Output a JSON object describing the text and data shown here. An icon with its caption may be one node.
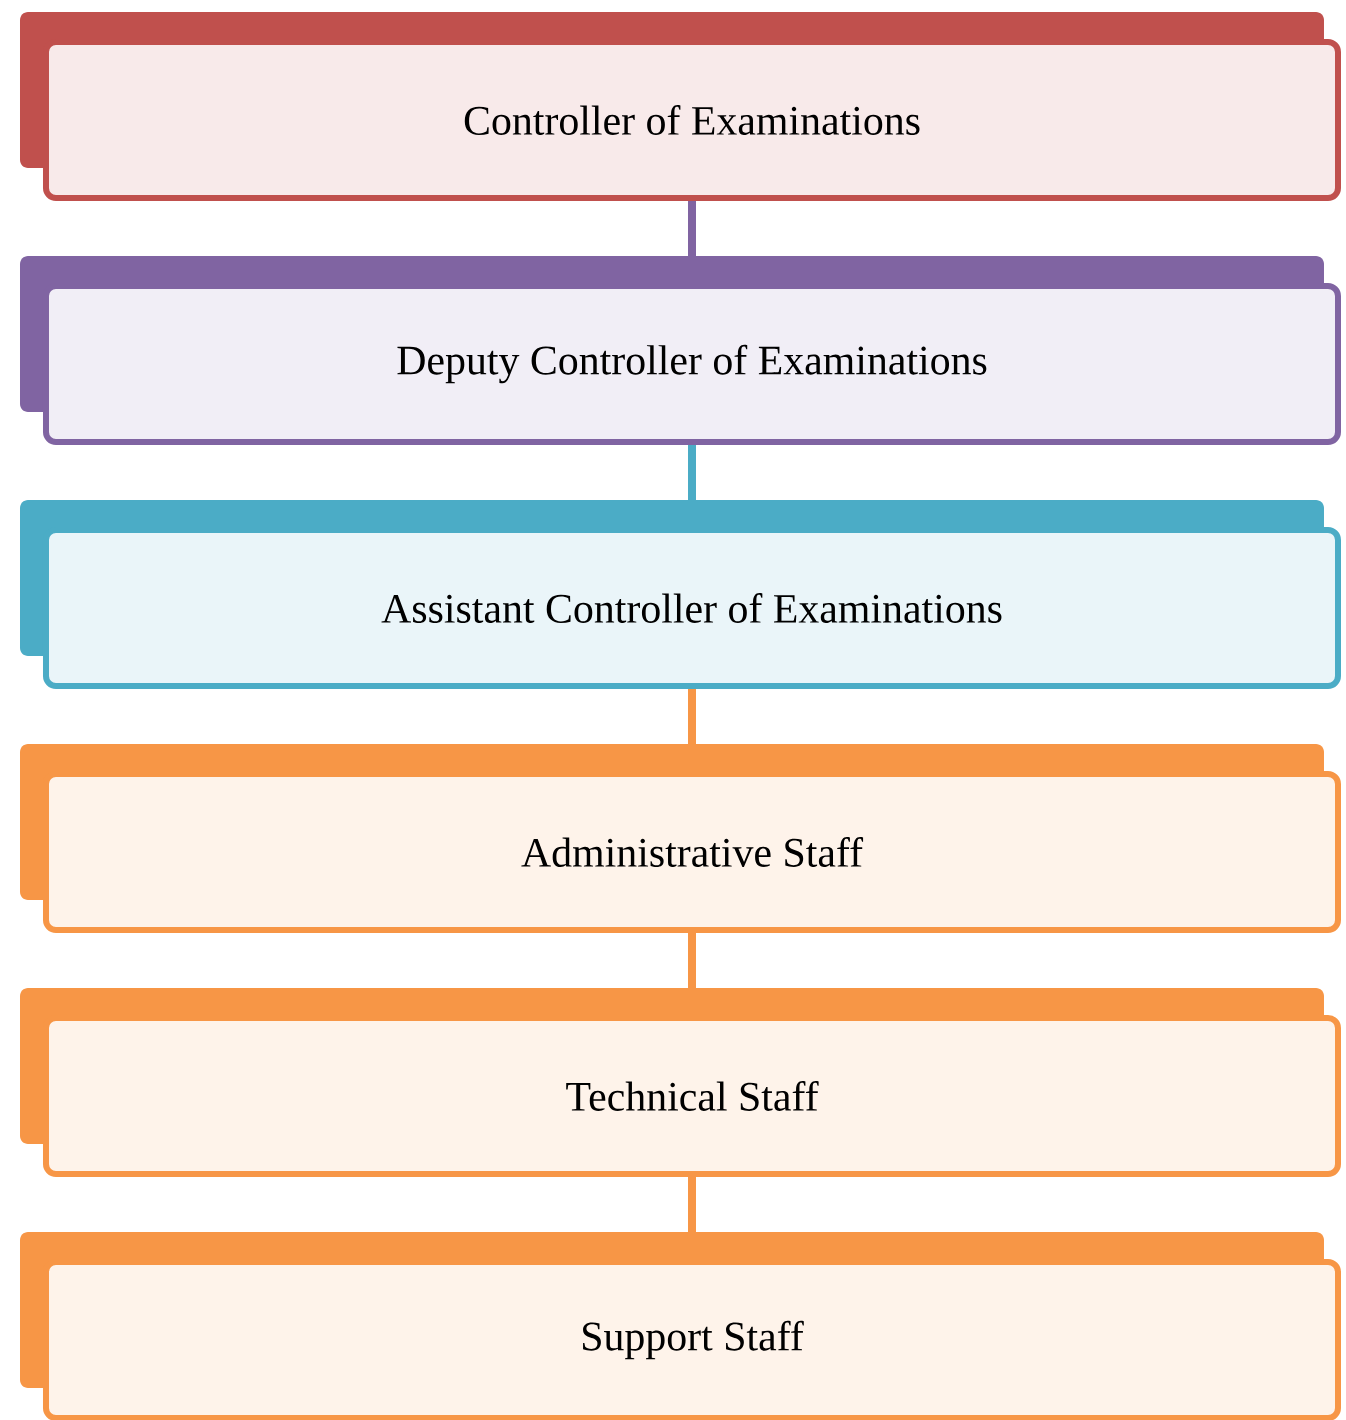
{
  "diagram": {
    "nodes": [
      {
        "text": [
          "Controller of Examinations"
        ]
      },
      {
        "text": [
          "Deputy Controller of Examinations"
        ]
      },
      {
        "text": [
          "Assistant Controller of Examinations"
        ]
      },
      {
        "text": [
          "Administrative Staff"
        ]
      },
      {
        "text": [
          "Technical Staff"
        ]
      },
      {
        "text": [
          "Support Staff"
        ]
      }
    ],
    "edges": [
      {
        "from": 0,
        "to": 1,
        "arrow": "none",
        "color": "#8064a2"
      },
      {
        "from": 1,
        "to": 2,
        "arrow": "none",
        "color": "#4bacc6"
      },
      {
        "from": 2,
        "to": 3,
        "arrow": "none"
      },
      {
        "from": 3,
        "to": 4,
        "arrow": "none"
      },
      {
        "from": 4,
        "to": 5,
        "arrow": "none"
      }
    ]
  }
}
